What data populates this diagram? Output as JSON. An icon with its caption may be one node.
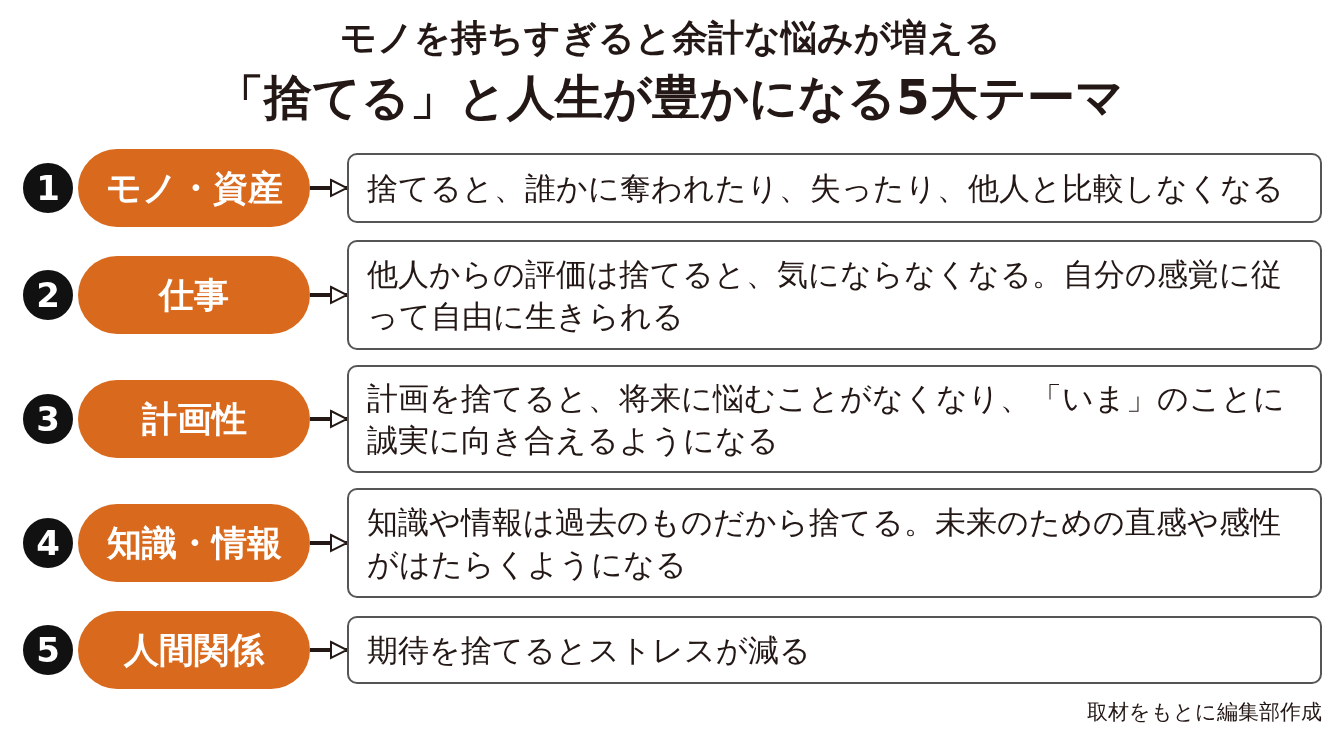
{
  "diagram": {
    "title": "「捨てる」と人生が豊かになる5大テーマ",
    "caption": "取材をもとに編集部作成",
    "labels": [
      "モノを持ちすぎると余計な悩みが増える"
    ],
    "nodes": [
      {
        "text": [
          "1"
        ]
      },
      {
        "text": [
          "モノ・資産"
        ]
      },
      {
        "text": [
          "捨てると、誰かに奪われたり、失ったり、他人と比較しなくなる"
        ]
      },
      {
        "text": [
          "2"
        ]
      },
      {
        "text": [
          "仕事"
        ]
      },
      {
        "text": [
          "他人からの評価は捨てると、気にならなくなる。自分の感覚に従って自由に生きられる"
        ]
      },
      {
        "text": [
          "3"
        ]
      },
      {
        "text": [
          "計画性"
        ]
      },
      {
        "text": [
          "計画を捨てると、将来に悩むことがなくなり、「いま」のことに誠実に向き合えるようになる"
        ]
      },
      {
        "text": [
          "4"
        ]
      },
      {
        "text": [
          "知識・情報"
        ]
      },
      {
        "text": [
          "知識や情報は過去のものだから捨てる。未来のための直感や感性がはたらくようになる"
        ]
      },
      {
        "text": [
          "5"
        ]
      },
      {
        "text": [
          "人間関係"
        ]
      },
      {
        "text": [
          "期待を捨てるとストレスが減る"
        ]
      }
    ],
    "edges": [
      {
        "from": 1,
        "to": 2,
        "arrow": "to"
      },
      {
        "from": 4,
        "to": 5,
        "arrow": "to"
      },
      {
        "from": 7,
        "to": 8,
        "arrow": "to"
      },
      {
        "from": 10,
        "to": 11,
        "arrow": "to"
      },
      {
        "from": 13,
        "to": 14,
        "arrow": "to"
      }
    ]
  }
}
